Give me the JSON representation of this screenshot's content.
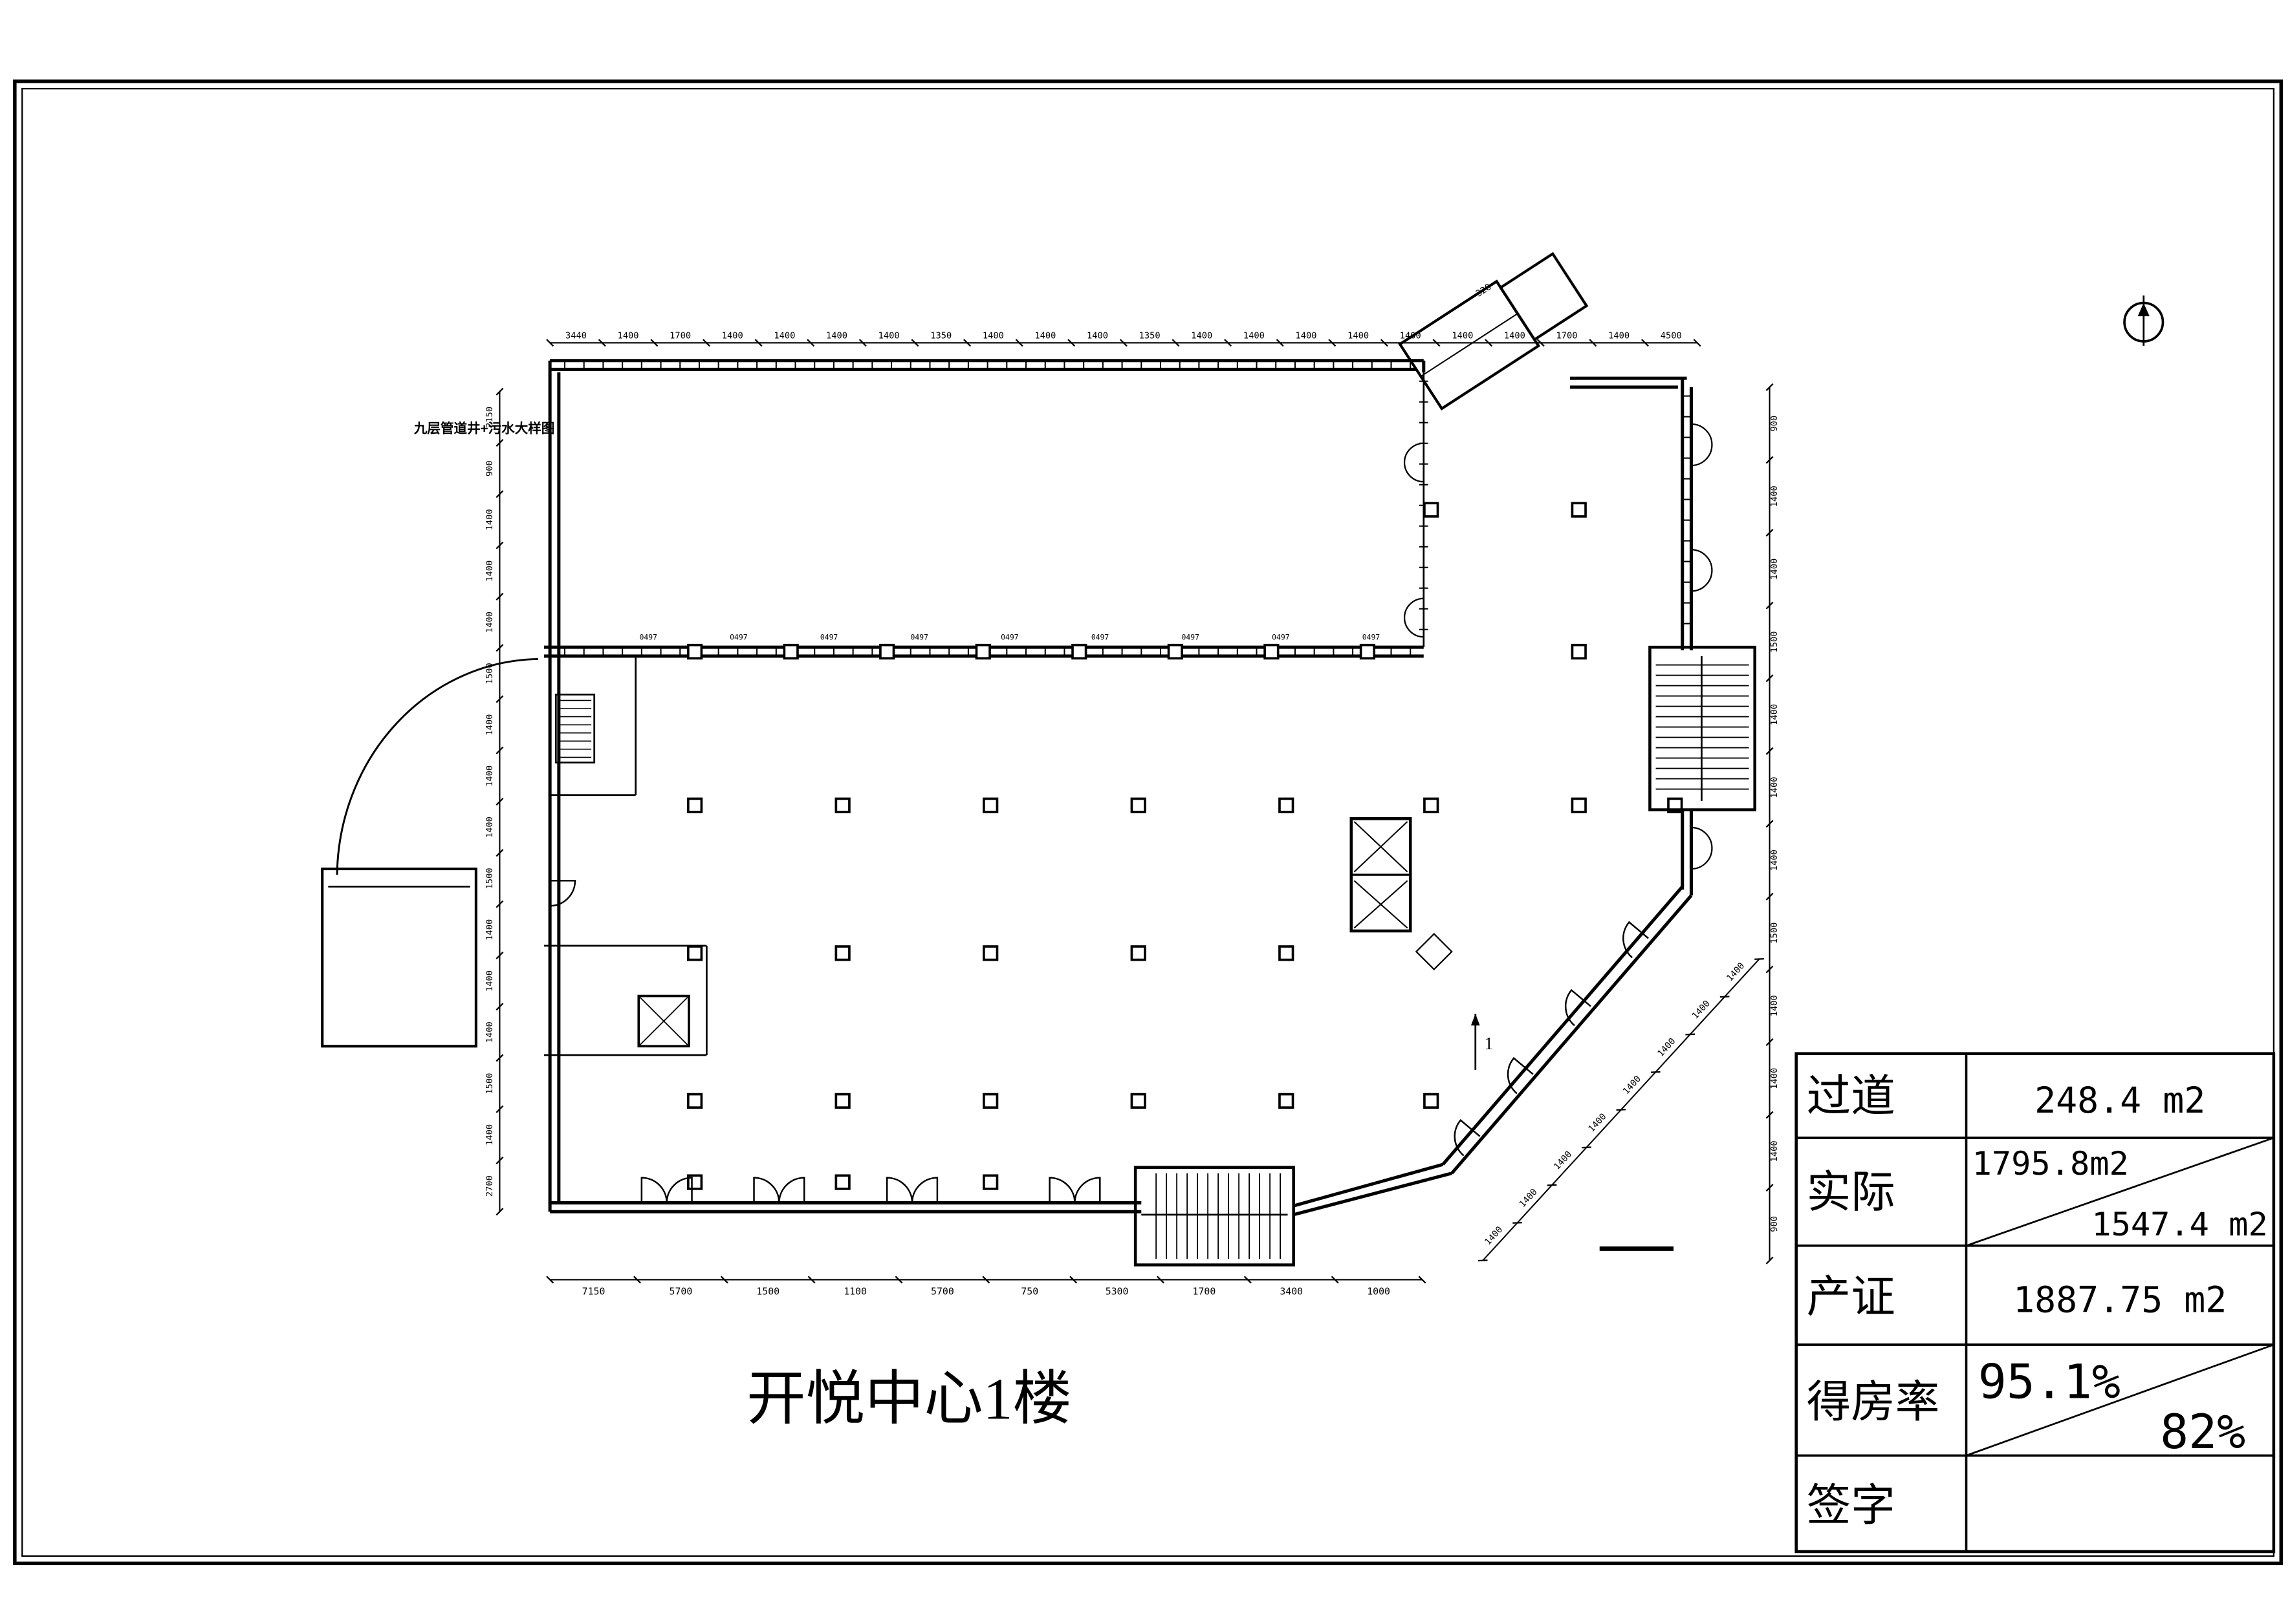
{
  "sheet": {
    "title": "开悦中心1楼",
    "annotation": "九层管道井+污水大样图",
    "marker_1": "1",
    "tag_328": "328"
  },
  "table": {
    "rows": [
      {
        "label": "过道",
        "value": "248.4 m2"
      },
      {
        "label": "实际",
        "value_top": "1795.8m2",
        "value_bottom": "1547.4 m2"
      },
      {
        "label": "产证",
        "value": "1887.75 m2"
      },
      {
        "label": "得房率",
        "value_top": "95.1%",
        "value_bottom": "82%"
      },
      {
        "label": "签字",
        "value": ""
      }
    ]
  },
  "dimensions": {
    "top": [
      "3440",
      "1400",
      "1700",
      "1400",
      "1400",
      "1400",
      "1400",
      "1350",
      "1400",
      "1400",
      "1400",
      "1350",
      "1400",
      "1400",
      "1400",
      "1400",
      "1400",
      "1400",
      "1400",
      "1700",
      "1400",
      "4500"
    ],
    "left": [
      "2150",
      "900",
      "1400",
      "1400",
      "1400",
      "1500",
      "1400",
      "1400",
      "1400",
      "1500",
      "1400",
      "1400",
      "1400",
      "1500",
      "1400",
      "2700"
    ],
    "right": [
      "900",
      "1400",
      "1400",
      "1500",
      "1400",
      "1400",
      "1400",
      "1500",
      "1400",
      "1400",
      "1400",
      "900"
    ],
    "bottom": [
      "7150",
      "5700",
      "1500",
      "1100",
      "5700",
      "750",
      "5300",
      "1700",
      "3400",
      "1000"
    ],
    "diagonal": [
      "1400",
      "1400",
      "1400",
      "1400",
      "1400",
      "1400",
      "1400",
      "1400"
    ],
    "window_tags": [
      "0497",
      "0497",
      "0497",
      "0497",
      "0497",
      "0497",
      "0497",
      "0497",
      "0497"
    ]
  }
}
